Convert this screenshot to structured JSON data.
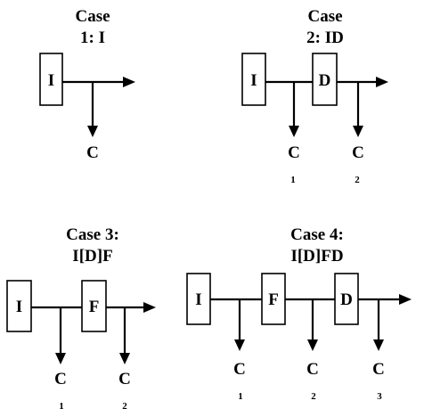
{
  "diagram": {
    "case1": {
      "title_line1": "Case",
      "title_line2": "1: I",
      "box1": "I",
      "out1": "C"
    },
    "case2": {
      "title_line1": "Case",
      "title_line2": "2: ID",
      "box1": "I",
      "box2": "D",
      "out1": "C",
      "out2": "C",
      "sub1": "1",
      "sub2": "2"
    },
    "case3": {
      "title_line1": "Case 3:",
      "title_line2": "I[D]F",
      "box1": "I",
      "box2": "F",
      "out1": "C",
      "out2": "C",
      "sub1": "1",
      "sub2": "2"
    },
    "case4": {
      "title_line1": "Case 4:",
      "title_line2": "I[D]FD",
      "box1": "I",
      "box2": "F",
      "box3": "D",
      "out1": "C",
      "out2": "C",
      "out3": "C",
      "sub1": "1",
      "sub2": "2",
      "sub3": "3"
    }
  }
}
